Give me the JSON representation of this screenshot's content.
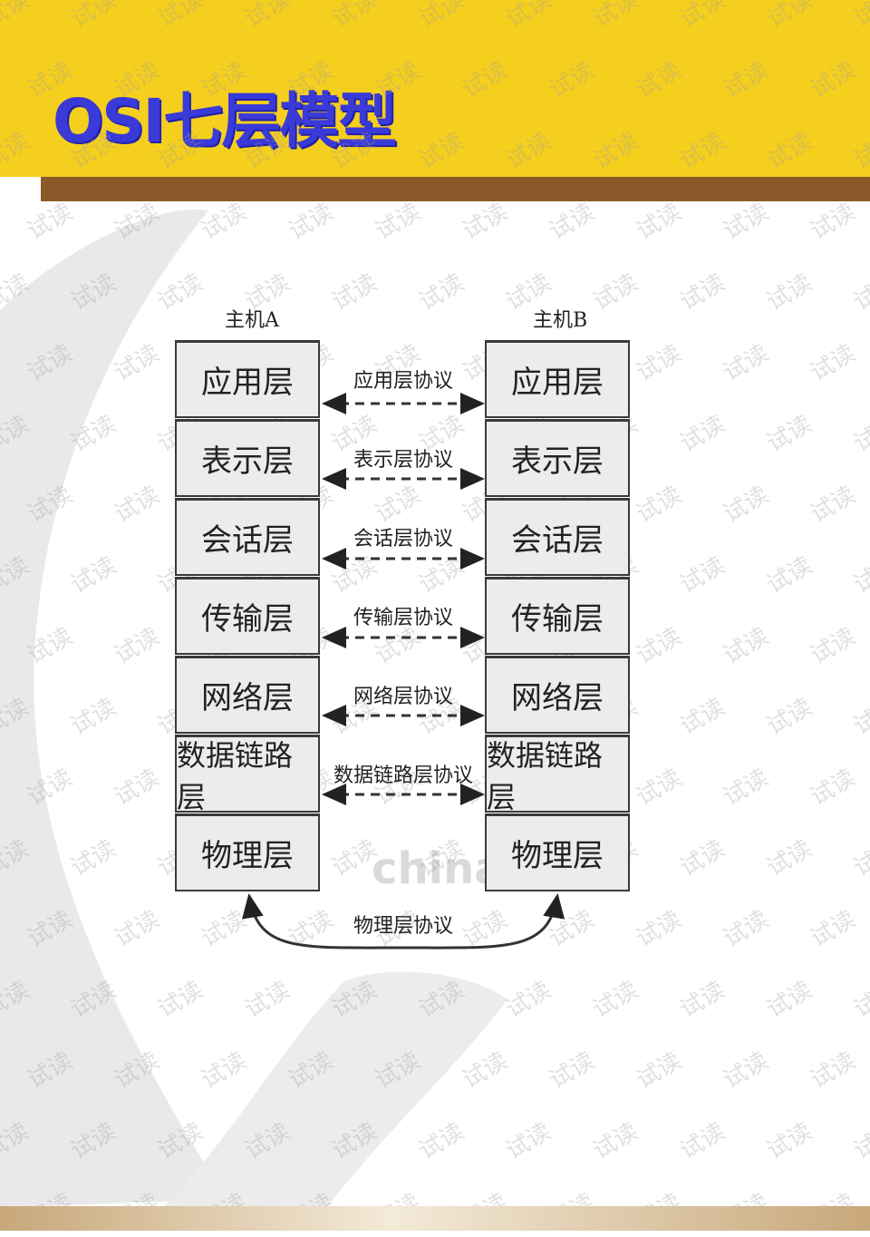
{
  "slide": {
    "title": "OSI七层模型"
  },
  "diagram": {
    "host_a_label": "主机A",
    "host_b_label": "主机B",
    "host_a_layers": [
      "应用层",
      "表示层",
      "会话层",
      "传输层",
      "网络层",
      "数据链路层",
      "物理层"
    ],
    "host_b_layers": [
      "应用层",
      "表示层",
      "会话层",
      "传输层",
      "网络层",
      "数据链路层",
      "物理层"
    ],
    "protocols": [
      "应用层协议",
      "表示层协议",
      "会话层协议",
      "传输层协议",
      "网络层协议",
      "数据链路层协议"
    ],
    "physical_protocol": "物理层协议"
  },
  "watermark": {
    "text": "试读",
    "logo_text": "chinaitlab"
  },
  "colors": {
    "header": "#f5cf1d",
    "brown_bar": "#8a5a2b",
    "title": "#3a3ad8",
    "layer_fill": "#ececec"
  }
}
